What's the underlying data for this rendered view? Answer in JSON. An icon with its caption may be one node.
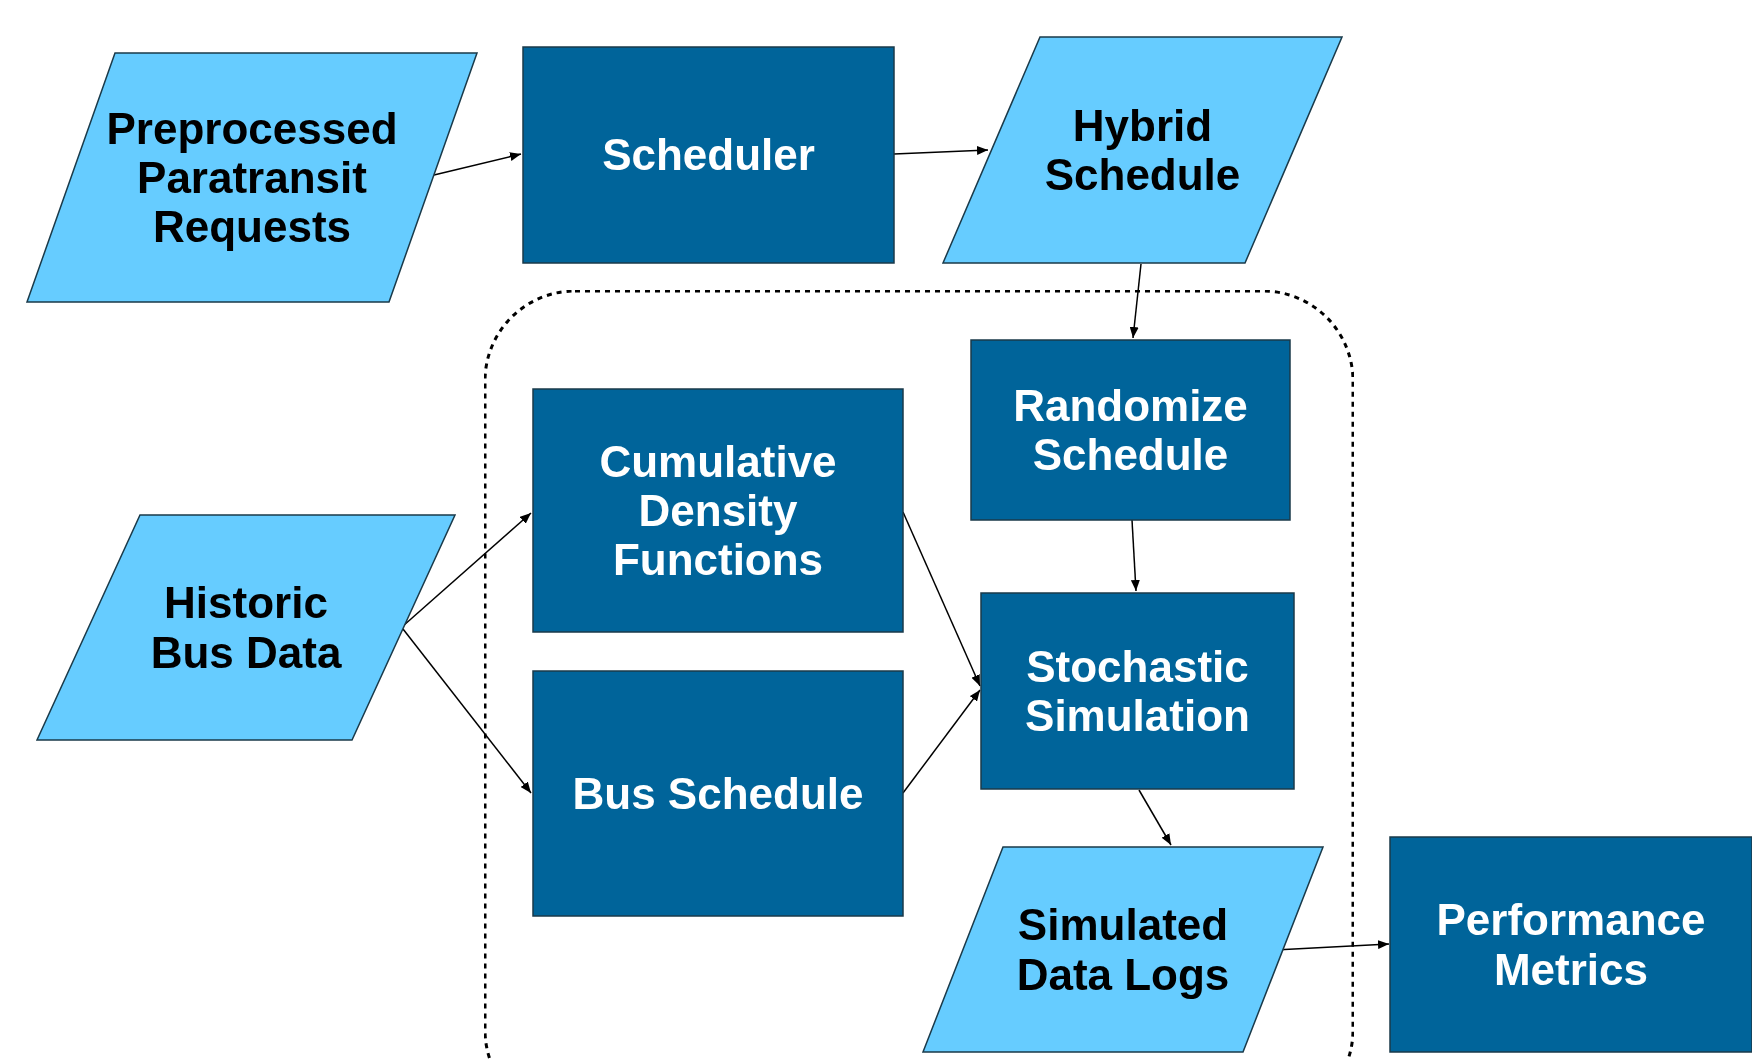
{
  "diagram": {
    "nodes": [
      {
        "text": [
          "Preprocessed Paratransit Requests"
        ]
      },
      {
        "text": [
          "Scheduler"
        ]
      },
      {
        "text": [
          "Hybrid Schedule"
        ]
      },
      {
        "text": [],
        "shape": "box"
      },
      {
        "text": [
          "Randomize Schedule"
        ],
        "in": 3
      },
      {
        "text": [
          "Cumulative Density Functions"
        ],
        "in": 3
      },
      {
        "text": [
          "Bus Schedule"
        ],
        "in": 3
      },
      {
        "text": [
          "Stochastic Simulation"
        ],
        "in": 3
      },
      {
        "text": [
          "Simulated Data Logs"
        ],
        "in": 3
      },
      {
        "text": [
          "Historic Bus Data"
        ]
      },
      {
        "text": [
          "Performance Metrics"
        ]
      }
    ],
    "edges": [
      {
        "from": 0,
        "to": 1,
        "arrow": "to"
      },
      {
        "from": 1,
        "to": 2,
        "arrow": "to"
      },
      {
        "from": 2,
        "to": 4,
        "arrow": "to"
      },
      {
        "from": 9,
        "to": 5,
        "arrow": "to"
      },
      {
        "from": 9,
        "to": 6,
        "arrow": "to"
      },
      {
        "from": 5,
        "to": 7,
        "arrow": "to"
      },
      {
        "from": 6,
        "to": 7,
        "arrow": "to"
      },
      {
        "from": 4,
        "to": 7,
        "arrow": "to"
      },
      {
        "from": 7,
        "to": 8,
        "arrow": "to"
      },
      {
        "from": 8,
        "to": 10,
        "arrow": "to"
      }
    ]
  }
}
